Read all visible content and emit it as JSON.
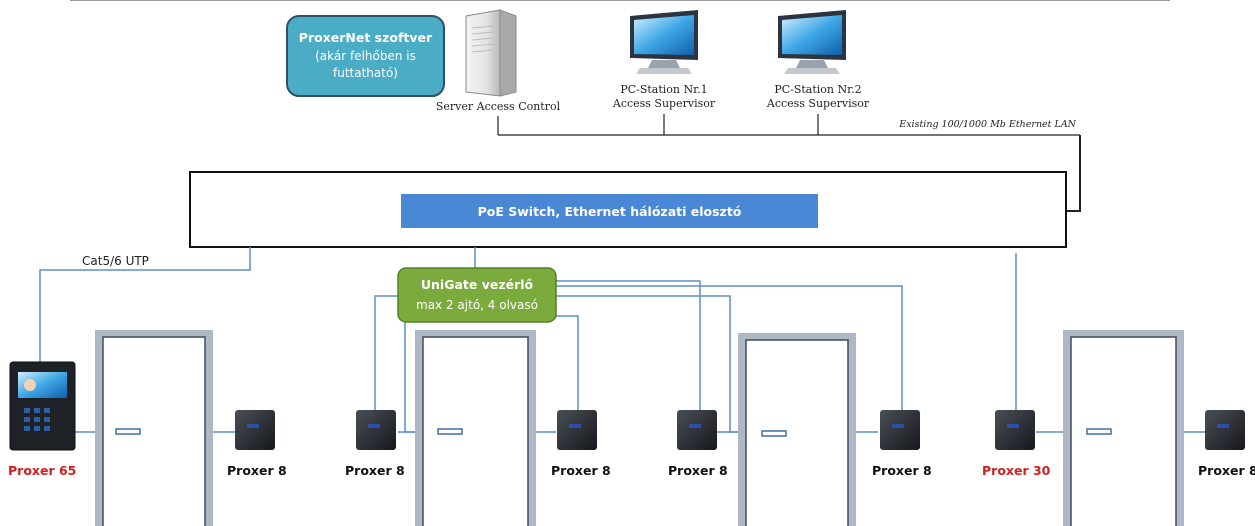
{
  "software": {
    "title": "ProxerNet szoftver",
    "line1": "(akár felhőben is",
    "line2": "futtatható)"
  },
  "computers": {
    "server": "Server Access Control",
    "pc1_line1": "PC-Station Nr.1",
    "pc1_line2": "Access Supervisor",
    "pc2_line1": "PC-Station Nr.2",
    "pc2_line2": "Access Supervisor"
  },
  "network": {
    "lan_label": "Existing 100/1000 Mb Ethernet LAN",
    "switch_label": "PoE  Switch, Ethernet hálózati elosztó",
    "cable_label": "Cat5/6 UTP"
  },
  "controller": {
    "title": "UniGate vezérlő",
    "subtitle": "max 2 ajtó, 4 olvasó"
  },
  "devices": [
    {
      "label": "Proxer 65",
      "highlight": true
    },
    {
      "label": "Proxer 8",
      "highlight": false
    },
    {
      "label": "Proxer 8",
      "highlight": false
    },
    {
      "label": "Proxer 8",
      "highlight": false
    },
    {
      "label": "Proxer 8",
      "highlight": false
    },
    {
      "label": "Proxer 8",
      "highlight": false
    },
    {
      "label": "Proxer 30",
      "highlight": true
    },
    {
      "label": "Proxer 8",
      "highlight": false
    }
  ],
  "colors": {
    "software_box": "#4aacc5",
    "switch_bar": "#4a88d6",
    "controller_box": "#7aab3c",
    "wire": "#5b8fc9",
    "highlight_label": "#d11f1f",
    "door_frame": "#aeb7c3"
  }
}
